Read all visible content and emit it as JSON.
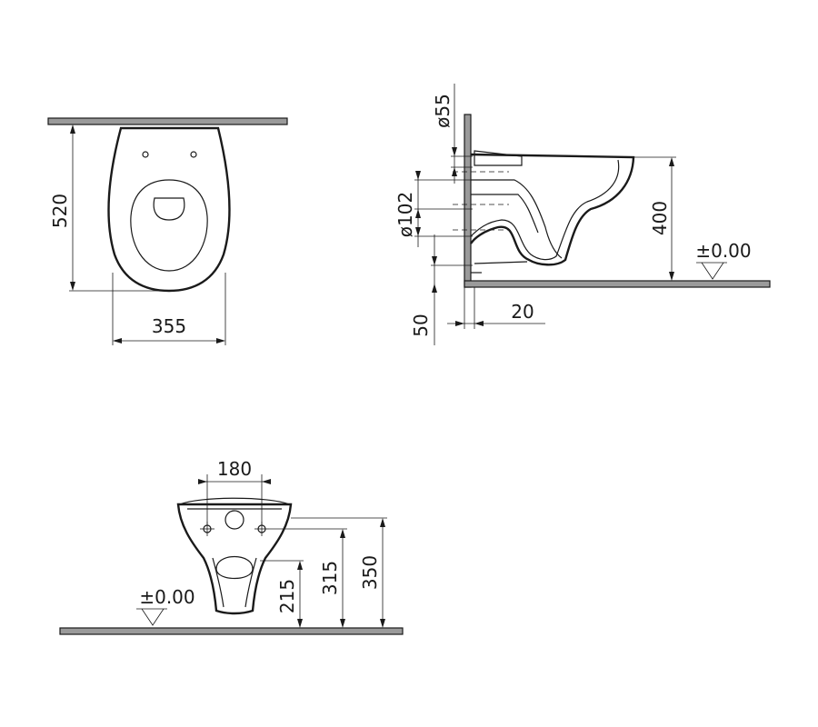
{
  "top_view": {
    "depth": "520",
    "width": "355"
  },
  "side_view": {
    "outlet_diameter": "ø55",
    "inlet_diameter": "ø102",
    "rim_height": "400",
    "floor_offset": "50",
    "wall_gap": "20",
    "floor_level": "±0.00"
  },
  "front_view": {
    "bolt_spacing": "180",
    "height_215": "215",
    "height_315": "315",
    "height_350": "350",
    "floor_level": "±0.00"
  }
}
